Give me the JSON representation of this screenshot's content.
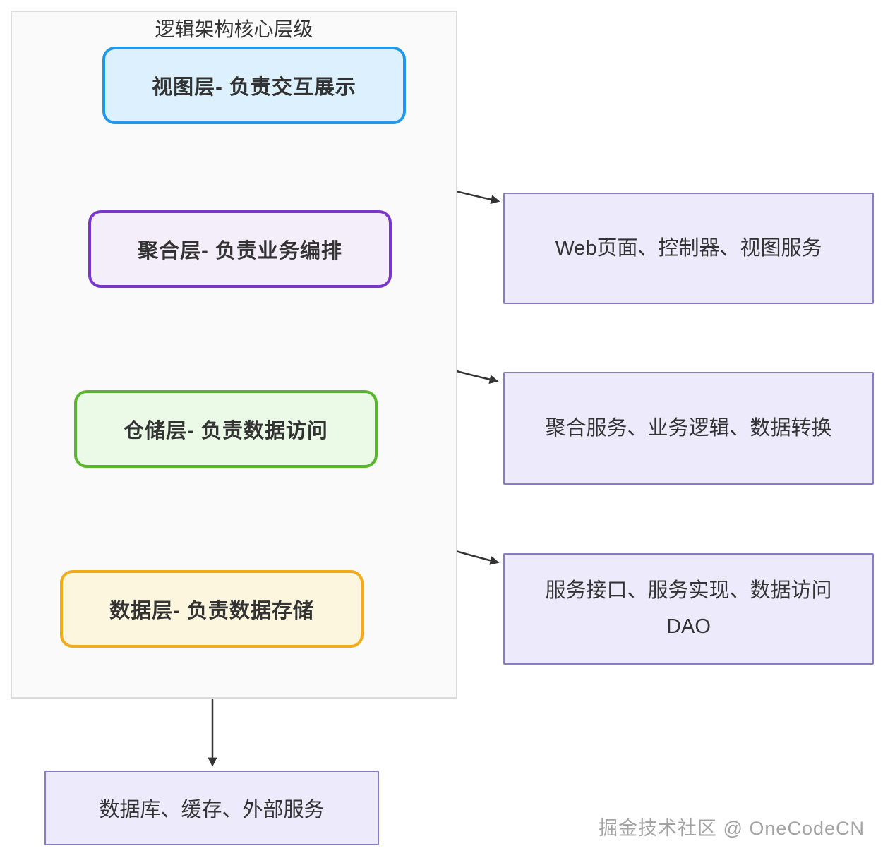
{
  "group": {
    "title": "逻辑架构核心层级",
    "fill": "#fafafa",
    "border": "#dcdcdc"
  },
  "layers": [
    {
      "label": "视图层- 负责交互展示",
      "fill": "#dcf1fd",
      "border": "#2398e8"
    },
    {
      "label": "聚合层- 负责业务编排",
      "fill": "#f4eefb",
      "border": "#7a35cc"
    },
    {
      "label": "仓储层- 负责数据访问",
      "fill": "#eafae7",
      "border": "#5ab62f"
    },
    {
      "label": "数据层- 负责数据存储",
      "fill": "#fdf6df",
      "border": "#f2ac1b"
    }
  ],
  "details": [
    {
      "label": "Web页面、控制器、视图服务"
    },
    {
      "label": "聚合服务、业务逻辑、数据转换"
    },
    {
      "label": "服务接口、服务实现、数据访问DAO"
    }
  ],
  "external": {
    "label": "数据库、缓存、外部服务"
  },
  "detail_style": {
    "fill": "#eceafb",
    "border": "#8a7cc2"
  },
  "arrows": {
    "color": "#333333"
  },
  "watermark": {
    "text": "掘金技术社区 @ OneCodeCN"
  }
}
